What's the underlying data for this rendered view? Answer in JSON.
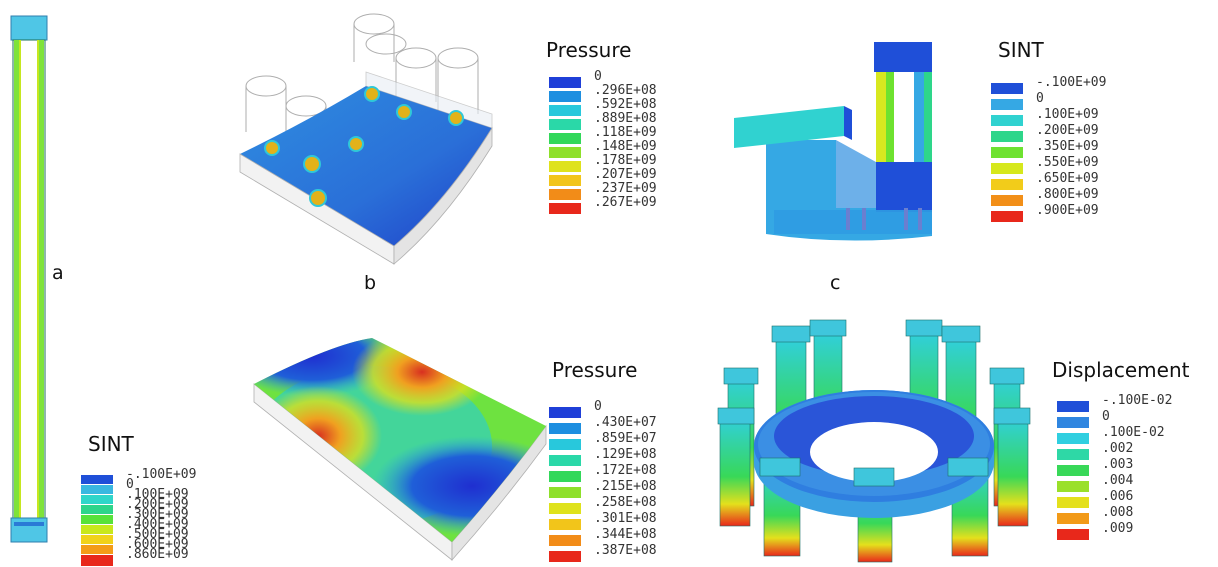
{
  "panels": {
    "a": {
      "letter": "a",
      "legend_title": "SINT",
      "labels": [
        "-.100E+09",
        "0",
        ".100E+09",
        ".200E+09",
        ".300E+09",
        ".400E+09",
        ".500E+09",
        ".600E+09",
        ".860E+09"
      ],
      "colors": [
        "#1f4fd8",
        "#39b8e0",
        "#2fd6c9",
        "#2ed58a",
        "#58e23a",
        "#c8e81c",
        "#f0d21a",
        "#f39c18",
        "#e8281b"
      ]
    },
    "b": {
      "letter": "b",
      "legend_title": "Pressure",
      "labels": [
        "0",
        ".296E+08",
        ".592E+08",
        ".889E+08",
        ".118E+09",
        ".148E+09",
        ".178E+09",
        ".207E+09",
        ".237E+09",
        ".267E+09"
      ],
      "colors": [
        "#1f3fd8",
        "#1e8fe0",
        "#28c8dc",
        "#2ad8a8",
        "#32d85a",
        "#8ee02a",
        "#dfe21c",
        "#f2c51a",
        "#f28c18",
        "#e8281b"
      ]
    },
    "c": {
      "letter": "c",
      "legend_title": "SINT",
      "labels": [
        "-.100E+09",
        "0",
        ".100E+09",
        ".200E+09",
        ".350E+09",
        ".550E+09",
        ".650E+09",
        ".800E+09",
        ".900E+09"
      ],
      "colors": [
        "#1f4fd8",
        "#35a8e4",
        "#30d2d0",
        "#2ed68a",
        "#6ee230",
        "#d6e81c",
        "#f2cc1a",
        "#f28f18",
        "#e8281b"
      ]
    },
    "d": {
      "legend_title": "Pressure",
      "labels": [
        "0",
        ".430E+07",
        ".859E+07",
        ".129E+08",
        ".172E+08",
        ".215E+08",
        ".258E+08",
        ".301E+08",
        ".344E+08",
        ".387E+08"
      ],
      "colors": [
        "#1f3fd8",
        "#1e8fe0",
        "#28c8dc",
        "#2ad8a8",
        "#32d85a",
        "#8ee02a",
        "#dfe21c",
        "#f2c51a",
        "#f28c18",
        "#e8281b"
      ]
    },
    "e": {
      "legend_title": "Displacement",
      "labels": [
        "-.100E-02",
        "0",
        ".100E-02",
        ".002",
        ".003",
        ".004",
        ".006",
        ".008",
        ".009"
      ],
      "colors": [
        "#1f4fd8",
        "#2f86e0",
        "#30cfe0",
        "#2ed8a6",
        "#38d858",
        "#9ae02a",
        "#e4e01c",
        "#f29a18",
        "#e8281b"
      ]
    }
  }
}
